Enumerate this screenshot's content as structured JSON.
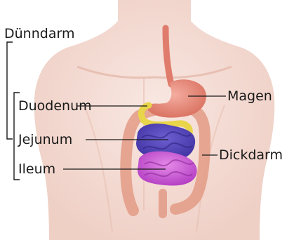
{
  "labels": {
    "small_intestine": "Dünndarm",
    "duodenum": "Duodenum",
    "jejunum": "Jejunum",
    "ileum": "Ileum",
    "stomach": "Magen",
    "large_intestine": "Dickdarm"
  },
  "colors": {
    "background": "#ffffff",
    "body": "#f4d6cc",
    "stomach": "#e9897b",
    "duodenum": "#e8d54a",
    "jejunum": "#5b4ab8",
    "ileum": "#c95bd6",
    "large_intestine": "#e39e8a",
    "leader_line": "#1a1a1a"
  }
}
